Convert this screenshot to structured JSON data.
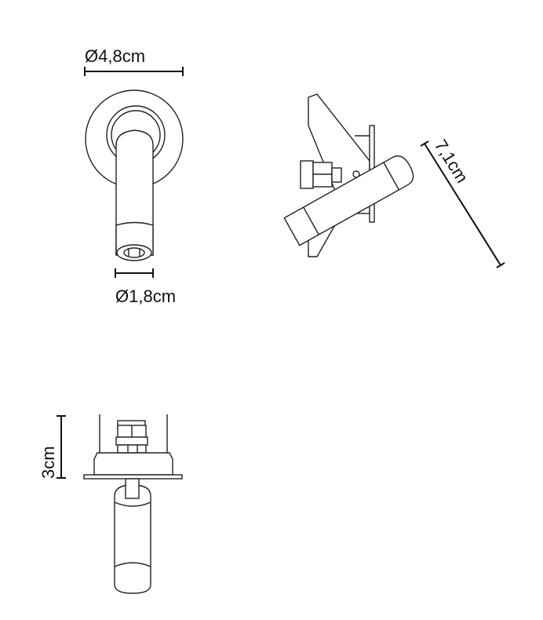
{
  "dimensions": {
    "diameter_base": "Ø4,8cm",
    "diameter_tube": "Ø1,8cm",
    "length": "7,1cm",
    "height": "3cm"
  },
  "colors": {
    "line": "#222222",
    "background": "#ffffff"
  }
}
